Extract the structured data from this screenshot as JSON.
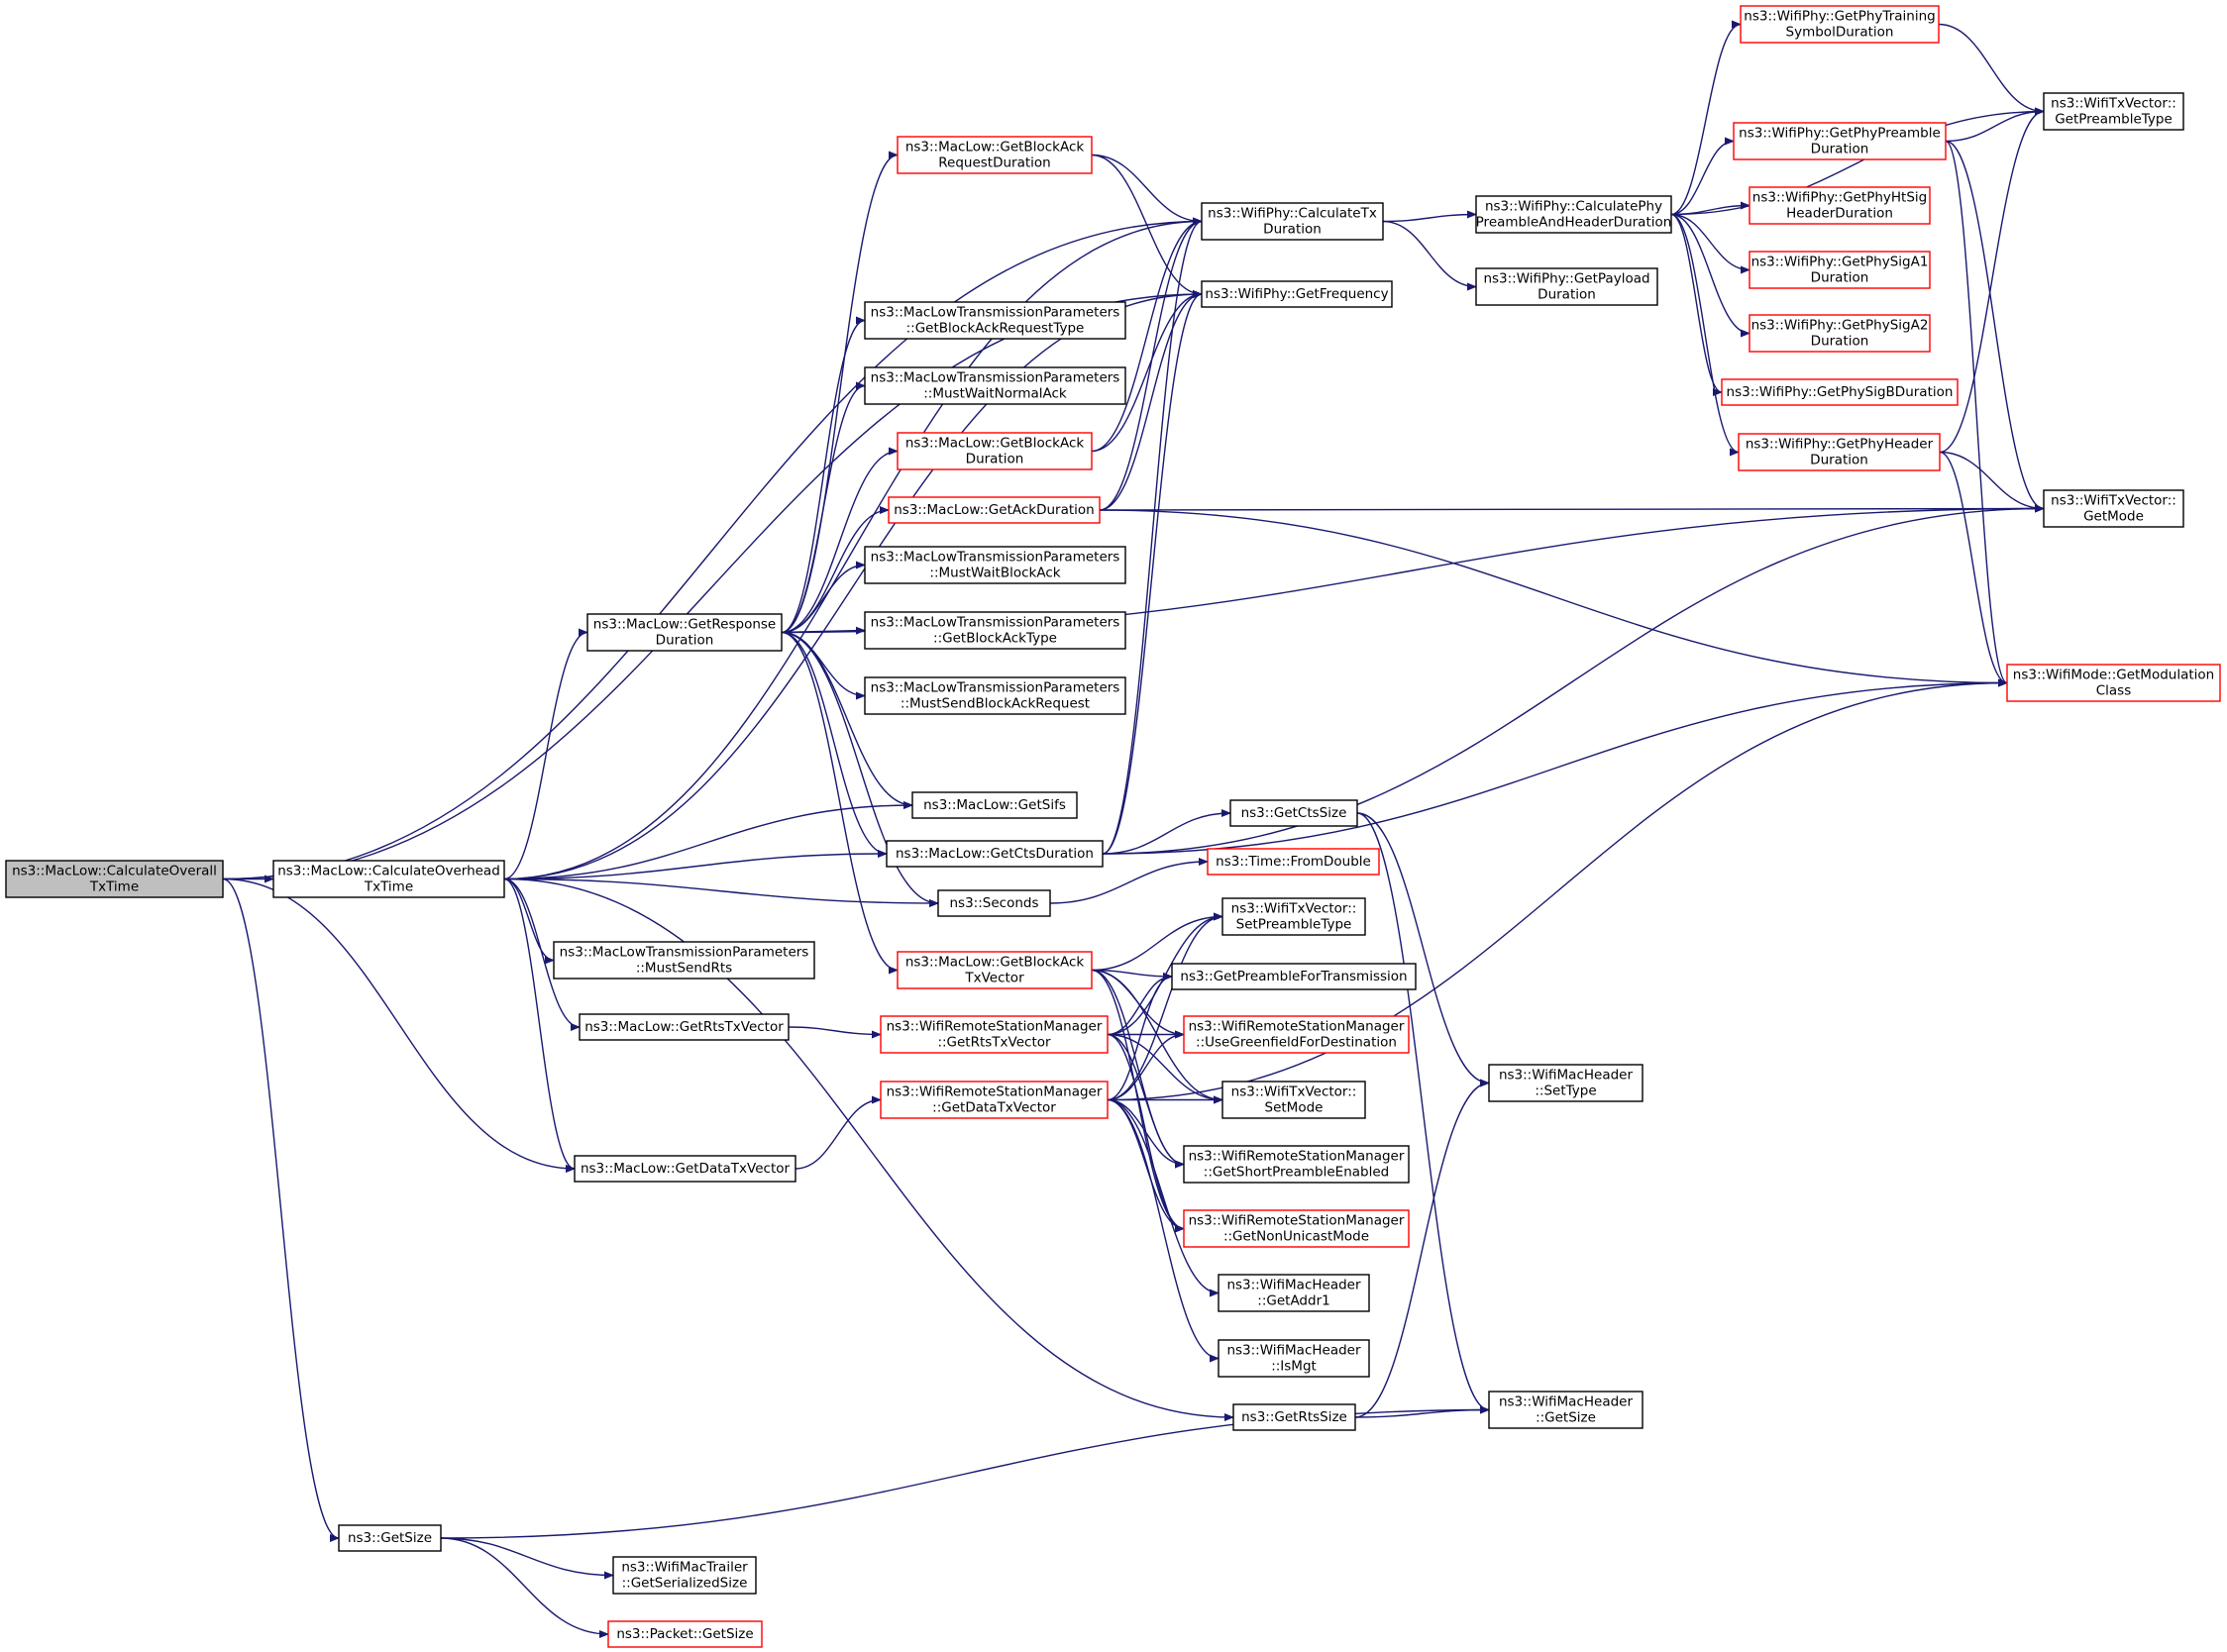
{
  "colors": {
    "edge": "#191970",
    "node_border": "#000000",
    "node_border_incomplete": "#ff0000",
    "root_fill": "#bfbfbf",
    "node_fill": "#ffffff"
  },
  "nodes": [
    {
      "id": "root",
      "lines": [
        "ns3::MacLow::CalculateOverall",
        "TxTime"
      ],
      "style": "root"
    },
    {
      "id": "overhead",
      "lines": [
        "ns3::MacLow::CalculateOverhead",
        "TxTime"
      ],
      "style": "normal"
    },
    {
      "id": "getsize",
      "lines": [
        "ns3::GetSize"
      ],
      "style": "normal"
    },
    {
      "id": "response",
      "lines": [
        "ns3::MacLow::GetResponse",
        "Duration"
      ],
      "style": "normal"
    },
    {
      "id": "mustsendrts",
      "lines": [
        "ns3::MacLowTransmissionParameters",
        "::MustSendRts"
      ],
      "style": "normal"
    },
    {
      "id": "rtstxvector",
      "lines": [
        "ns3::MacLow::GetRtsTxVector"
      ],
      "style": "normal"
    },
    {
      "id": "datatxvector",
      "lines": [
        "ns3::MacLow::GetDataTxVector"
      ],
      "style": "normal"
    },
    {
      "id": "trailer",
      "lines": [
        "ns3::WifiMacTrailer",
        "::GetSerializedSize"
      ],
      "style": "normal"
    },
    {
      "id": "packetsize",
      "lines": [
        "ns3::Packet::GetSize"
      ],
      "style": "incomplete"
    },
    {
      "id": "barequest",
      "lines": [
        "ns3::MacLow::GetBlockAck",
        "RequestDuration"
      ],
      "style": "incomplete"
    },
    {
      "id": "barequesttype",
      "lines": [
        "ns3::MacLowTransmissionParameters",
        "::GetBlockAckRequestType"
      ],
      "style": "normal"
    },
    {
      "id": "mustwaitnormal",
      "lines": [
        "ns3::MacLowTransmissionParameters",
        "::MustWaitNormalAck"
      ],
      "style": "normal"
    },
    {
      "id": "blockackdur",
      "lines": [
        "ns3::MacLow::GetBlockAck",
        "Duration"
      ],
      "style": "incomplete"
    },
    {
      "id": "ackdur",
      "lines": [
        "ns3::MacLow::GetAckDuration"
      ],
      "style": "incomplete"
    },
    {
      "id": "mustwaitblock",
      "lines": [
        "ns3::MacLowTransmissionParameters",
        "::MustWaitBlockAck"
      ],
      "style": "normal"
    },
    {
      "id": "blockacktype",
      "lines": [
        "ns3::MacLowTransmissionParameters",
        "::GetBlockAckType"
      ],
      "style": "normal"
    },
    {
      "id": "mustsendbar",
      "lines": [
        "ns3::MacLowTransmissionParameters",
        "::MustSendBlockAckRequest"
      ],
      "style": "normal"
    },
    {
      "id": "sifs",
      "lines": [
        "ns3::MacLow::GetSifs"
      ],
      "style": "normal"
    },
    {
      "id": "ctsdur",
      "lines": [
        "ns3::MacLow::GetCtsDuration"
      ],
      "style": "normal"
    },
    {
      "id": "seconds",
      "lines": [
        "ns3::Seconds"
      ],
      "style": "normal"
    },
    {
      "id": "blockacktx",
      "lines": [
        "ns3::MacLow::GetBlockAck",
        "TxVector"
      ],
      "style": "incomplete"
    },
    {
      "id": "rsmrts",
      "lines": [
        "ns3::WifiRemoteStationManager",
        "::GetRtsTxVector"
      ],
      "style": "incomplete"
    },
    {
      "id": "rsmdata",
      "lines": [
        "ns3::WifiRemoteStationManager",
        "::GetDataTxVector"
      ],
      "style": "incomplete"
    },
    {
      "id": "calctx",
      "lines": [
        "ns3::WifiPhy::CalculateTx",
        "Duration"
      ],
      "style": "normal"
    },
    {
      "id": "freq",
      "lines": [
        "ns3::WifiPhy::GetFrequency"
      ],
      "style": "normal"
    },
    {
      "id": "ctssize",
      "lines": [
        "ns3::GetCtsSize"
      ],
      "style": "normal"
    },
    {
      "id": "fromdouble",
      "lines": [
        "ns3::Time::FromDouble"
      ],
      "style": "incomplete"
    },
    {
      "id": "setpreamble",
      "lines": [
        "ns3::WifiTxVector::",
        "SetPreambleType"
      ],
      "style": "normal"
    },
    {
      "id": "preamblefortx",
      "lines": [
        "ns3::GetPreambleForTransmission"
      ],
      "style": "normal"
    },
    {
      "id": "greenfield",
      "lines": [
        "ns3::WifiRemoteStationManager",
        "::UseGreenfieldForDestination"
      ],
      "style": "incomplete"
    },
    {
      "id": "setmode",
      "lines": [
        "ns3::WifiTxVector::",
        "SetMode"
      ],
      "style": "normal"
    },
    {
      "id": "shortpreamble",
      "lines": [
        "ns3::WifiRemoteStationManager",
        "::GetShortPreambleEnabled"
      ],
      "style": "normal"
    },
    {
      "id": "nonunicast",
      "lines": [
        "ns3::WifiRemoteStationManager",
        "::GetNonUnicastMode"
      ],
      "style": "incomplete"
    },
    {
      "id": "addr1",
      "lines": [
        "ns3::WifiMacHeader",
        "::GetAddr1"
      ],
      "style": "normal"
    },
    {
      "id": "ismgt",
      "lines": [
        "ns3::WifiMacHeader",
        "::IsMgt"
      ],
      "style": "normal"
    },
    {
      "id": "rtssize",
      "lines": [
        "ns3::GetRtsSize"
      ],
      "style": "normal"
    },
    {
      "id": "calcpreamble",
      "lines": [
        "ns3::WifiPhy::CalculatePhy",
        "PreambleAndHeaderDuration"
      ],
      "style": "normal"
    },
    {
      "id": "payload",
      "lines": [
        "ns3::WifiPhy::GetPayload",
        "Duration"
      ],
      "style": "normal"
    },
    {
      "id": "settype",
      "lines": [
        "ns3::WifiMacHeader",
        "::SetType"
      ],
      "style": "normal"
    },
    {
      "id": "hdrsize",
      "lines": [
        "ns3::WifiMacHeader",
        "::GetSize"
      ],
      "style": "normal"
    },
    {
      "id": "training",
      "lines": [
        "ns3::WifiPhy::GetPhyTraining",
        "SymbolDuration"
      ],
      "style": "incomplete"
    },
    {
      "id": "phypreamble",
      "lines": [
        "ns3::WifiPhy::GetPhyPreamble",
        "Duration"
      ],
      "style": "incomplete"
    },
    {
      "id": "htsig",
      "lines": [
        "ns3::WifiPhy::GetPhyHtSig",
        "HeaderDuration"
      ],
      "style": "incomplete"
    },
    {
      "id": "siga1",
      "lines": [
        "ns3::WifiPhy::GetPhySigA1",
        "Duration"
      ],
      "style": "incomplete"
    },
    {
      "id": "siga2",
      "lines": [
        "ns3::WifiPhy::GetPhySigA2",
        "Duration"
      ],
      "style": "incomplete"
    },
    {
      "id": "sigb",
      "lines": [
        "ns3::WifiPhy::GetPhySigBDuration"
      ],
      "style": "incomplete"
    },
    {
      "id": "phyheader",
      "lines": [
        "ns3::WifiPhy::GetPhyHeader",
        "Duration"
      ],
      "style": "incomplete"
    },
    {
      "id": "preambletype",
      "lines": [
        "ns3::WifiTxVector::",
        "GetPreambleType"
      ],
      "style": "normal"
    },
    {
      "id": "getmode",
      "lines": [
        "ns3::WifiTxVector::",
        "GetMode"
      ],
      "style": "normal"
    },
    {
      "id": "modclass",
      "lines": [
        "ns3::WifiMode::GetModulation",
        "Class"
      ],
      "style": "incomplete"
    }
  ]
}
